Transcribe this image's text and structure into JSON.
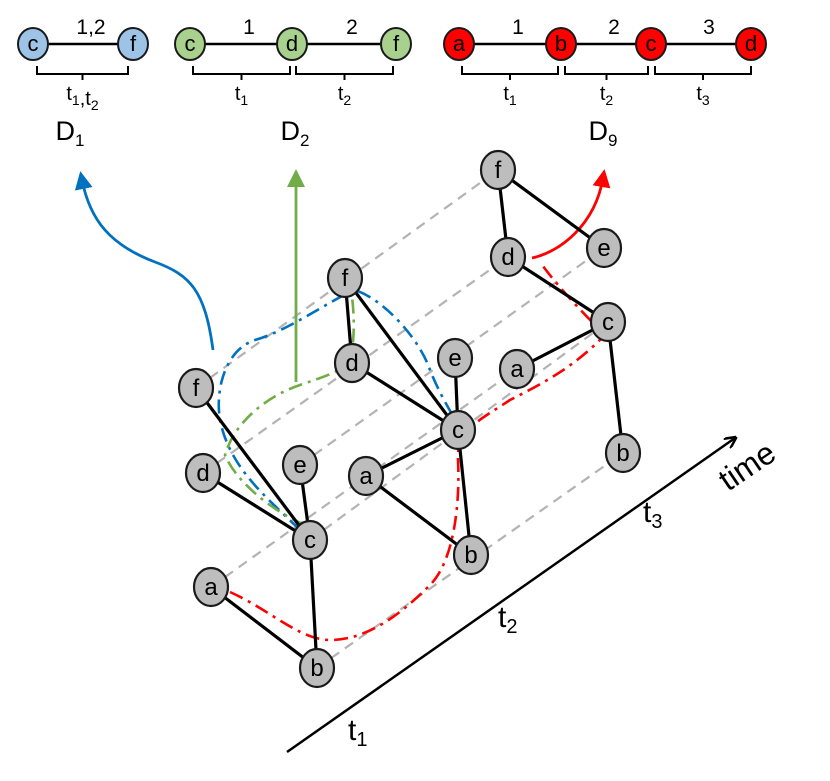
{
  "colors": {
    "gray_node": "#bdbdbd",
    "blue": "#0070c0",
    "green": "#70ad47",
    "red": "#ff0000",
    "blue_node": "#9dc3e6",
    "green_node": "#a9d18e",
    "red_node": "#ff0000",
    "dashed": "#b3b3b3"
  },
  "time_axis": {
    "label": "time",
    "ticks": [
      {
        "main": "t",
        "sub": "1"
      },
      {
        "main": "t",
        "sub": "2"
      },
      {
        "main": "t",
        "sub": "3"
      }
    ]
  },
  "snapshots": [
    {
      "nodes": [
        {
          "id": "f",
          "label": "f"
        },
        {
          "id": "d",
          "label": "d"
        },
        {
          "id": "e",
          "label": "e"
        },
        {
          "id": "c",
          "label": "c"
        },
        {
          "id": "a",
          "label": "a"
        },
        {
          "id": "b",
          "label": "b"
        }
      ]
    },
    {
      "nodes": [
        {
          "id": "f",
          "label": "f"
        },
        {
          "id": "d",
          "label": "d"
        },
        {
          "id": "e",
          "label": "e"
        },
        {
          "id": "c",
          "label": "c"
        },
        {
          "id": "a",
          "label": "a"
        },
        {
          "id": "b",
          "label": "b"
        }
      ]
    },
    {
      "nodes": [
        {
          "id": "f",
          "label": "f"
        },
        {
          "id": "d",
          "label": "d"
        },
        {
          "id": "e",
          "label": "e"
        },
        {
          "id": "c",
          "label": "c"
        },
        {
          "id": "a",
          "label": "a"
        },
        {
          "id": "b",
          "label": "b"
        }
      ]
    }
  ],
  "motifs": [
    {
      "name": "D",
      "sub": "1",
      "nodes": [
        "c",
        "f"
      ],
      "edge_labels": [
        "1,2"
      ],
      "brackets": [
        [
          {
            "main": "t",
            "sub": "1"
          },
          {
            "main": ",t",
            "sub": "2"
          }
        ]
      ]
    },
    {
      "name": "D",
      "sub": "2",
      "nodes": [
        "c",
        "d",
        "f"
      ],
      "edge_labels": [
        "1",
        "2"
      ],
      "brackets": [
        [
          {
            "main": "t",
            "sub": "1"
          }
        ],
        [
          {
            "main": "t",
            "sub": "2"
          }
        ]
      ]
    },
    {
      "name": "D",
      "sub": "9",
      "nodes": [
        "a",
        "b",
        "c",
        "d"
      ],
      "edge_labels": [
        "1",
        "2",
        "3"
      ],
      "brackets": [
        [
          {
            "main": "t",
            "sub": "1"
          }
        ],
        [
          {
            "main": "t",
            "sub": "2"
          }
        ],
        [
          {
            "main": "t",
            "sub": "3"
          }
        ]
      ]
    }
  ]
}
